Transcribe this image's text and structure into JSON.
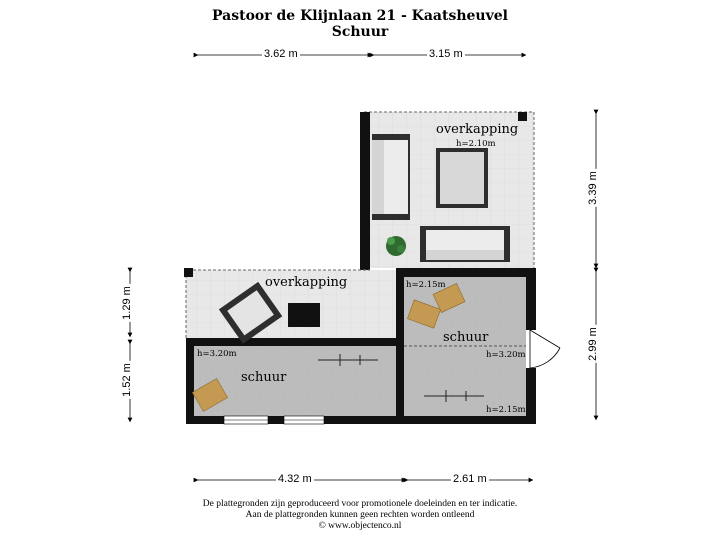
{
  "header": {
    "address": "Pastoor de Klijnlaan 21 - Kaatsheuvel",
    "building": "Schuur"
  },
  "dimensions": {
    "top_left": "3.62 m",
    "top_right": "3.15 m",
    "bottom_left": "4.32 m",
    "bottom_right": "2.61 m",
    "right_upper": "3.39 m",
    "right_lower": "2.99 m",
    "left_upper": "1.29 m",
    "left_lower": "1.52 m"
  },
  "rooms": {
    "overkapping_top": {
      "name": "overkapping",
      "height": "h=2.10m"
    },
    "overkapping_left": {
      "name": "overkapping"
    },
    "schuur_left": {
      "name": "schuur",
      "height": "h=3.20m"
    },
    "schuur_right": {
      "name": "schuur",
      "height_top": "h=2.15m",
      "height_mid": "h=3.20m",
      "height_bottom": "h=2.15m"
    }
  },
  "footer": {
    "line1": "De plattegronden zijn geproduceerd voor promotionele doeleinden en ter indicatie.",
    "line2": "Aan de plattegronden kunnen geen rechten worden ontleend",
    "line3": "© www.objectenco.nl"
  },
  "colors": {
    "wall": "#111111",
    "floor_covered": "#e6e6e6",
    "floor_shed": "#bdbdbd",
    "furniture": "#2e2e2e"
  }
}
